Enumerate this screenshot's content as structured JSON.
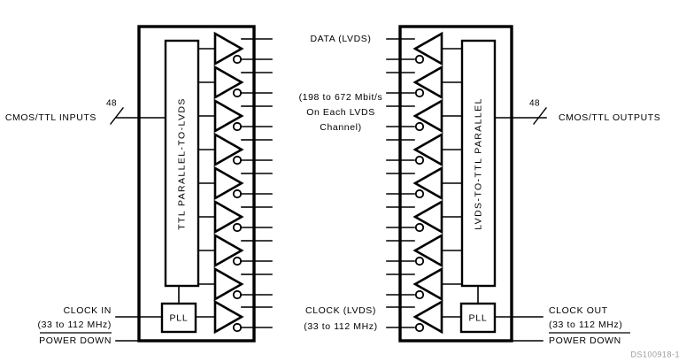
{
  "figure": {
    "id_code": "DS100918-1",
    "bus_width": "48"
  },
  "left_block": {
    "core_label": "TTL PARALLEL-TO-LVDS",
    "pll_label": "PLL",
    "data_driver_count": 8,
    "clock_driver_count": 1
  },
  "right_block": {
    "core_label": "LVDS-TO-TTL PARALLEL",
    "pll_label": "PLL",
    "data_receiver_count": 8,
    "clock_receiver_count": 1
  },
  "labels": {
    "cmos_ttl_inputs": "CMOS/TTL INPUTS",
    "cmos_ttl_outputs": "CMOS/TTL OUTPUTS",
    "bus_width_left": "48",
    "bus_width_right": "48",
    "data_lvds": "DATA (LVDS)",
    "rate_line1": "(198 to 672 Mbit/s",
    "rate_line2": "On Each LVDS",
    "rate_line3": "Channel)",
    "clock_in_line1": "CLOCK IN",
    "clock_in_line2": "(33 to 112 MHz)",
    "power_down_left": "POWER DOWN",
    "clock_lvds_line1": "CLOCK (LVDS)",
    "clock_lvds_line2": "(33 to 112 MHz)",
    "clock_out_line1": "CLOCK OUT",
    "clock_out_line2": "(33 to 112 MHz)",
    "power_down_right": "POWER DOWN"
  },
  "colors": {
    "line": "#000000",
    "background": "#ffffff",
    "id_text": "#9a9a9a"
  }
}
